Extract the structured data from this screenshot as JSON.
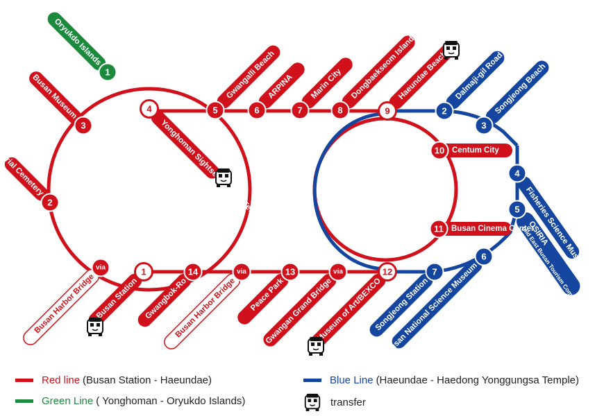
{
  "colors": {
    "red": "#d0111b",
    "blue": "#1446a0",
    "green": "#1c8a3c"
  },
  "stations": [
    {
      "n": "1",
      "label": "Oryukdo Islands",
      "line": "green",
      "white": false
    },
    {
      "n": "3",
      "label": "Busan Museum",
      "line": "red",
      "white": false
    },
    {
      "n": "4",
      "label": "Yonghoman Sightseeing Boat Terminal",
      "line": "red",
      "white": true
    },
    {
      "n": "5",
      "label": "Gwangalli Beach",
      "line": "red",
      "white": false
    },
    {
      "n": "6",
      "label": "ARPINA",
      "line": "red",
      "white": false
    },
    {
      "n": "7",
      "label": "Marin City",
      "line": "red",
      "white": false
    },
    {
      "n": "8",
      "label": "Dongbaekseom Island",
      "line": "red",
      "white": false
    },
    {
      "n": "9",
      "label": "Haeundae Beach",
      "line": "red",
      "white": true
    },
    {
      "n": "2",
      "label": "Dalmaji-gil Road",
      "line": "blue",
      "white": false
    },
    {
      "n": "3",
      "label": "Songjeong Beach",
      "line": "blue",
      "white": false
    },
    {
      "n": "10",
      "label": "Centum City",
      "line": "red",
      "white": false
    },
    {
      "n": "4",
      "label": "Fisheries Science Museum / Haedong Yonggungsa",
      "line": "blue",
      "white": false
    },
    {
      "n": "5",
      "label": "OSIRIA",
      "sub": "(old East Busan Tourism Complex)",
      "line": "blue",
      "white": false
    },
    {
      "n": "11",
      "label": "Busan Cinema Center",
      "line": "red",
      "white": false
    },
    {
      "n": "2",
      "label": "UN Memorial Cemetery",
      "line": "red",
      "white": false
    },
    {
      "n": "via",
      "label": "Busan Harbor Bridge",
      "line": "red",
      "white": false
    },
    {
      "n": "1",
      "label": "Busan Station",
      "line": "red",
      "white": true
    },
    {
      "n": "14",
      "label": "Gwangbok-Ro",
      "line": "red",
      "white": false
    },
    {
      "n": "via",
      "label": "Busan Harbor Bridge",
      "line": "red",
      "white": false
    },
    {
      "n": "13",
      "label": "Peace Park",
      "line": "red",
      "white": false
    },
    {
      "n": "via",
      "label": "Gwangan Grand Bridge",
      "line": "red",
      "white": false
    },
    {
      "n": "12",
      "label": "Museum of Art/BEXCO",
      "line": "red",
      "white": true
    },
    {
      "n": "7",
      "label": "Songjeong Station",
      "line": "blue",
      "white": false
    },
    {
      "n": "6",
      "label": "Busan National Science Museum",
      "line": "blue",
      "white": false
    }
  ],
  "legend": {
    "red_main": "Red line",
    "red_sub": "(Busan Station - Haeundae)",
    "green_main": "Green Line",
    "green_sub": "( Yonghoman - Oryukdo Islands)",
    "blue_main": "Blue Line",
    "blue_sub": "(Haeundae - Haedong Yonggungsa Temple)",
    "transfer": "transfer",
    "transfer_icon": "bus-icon"
  }
}
